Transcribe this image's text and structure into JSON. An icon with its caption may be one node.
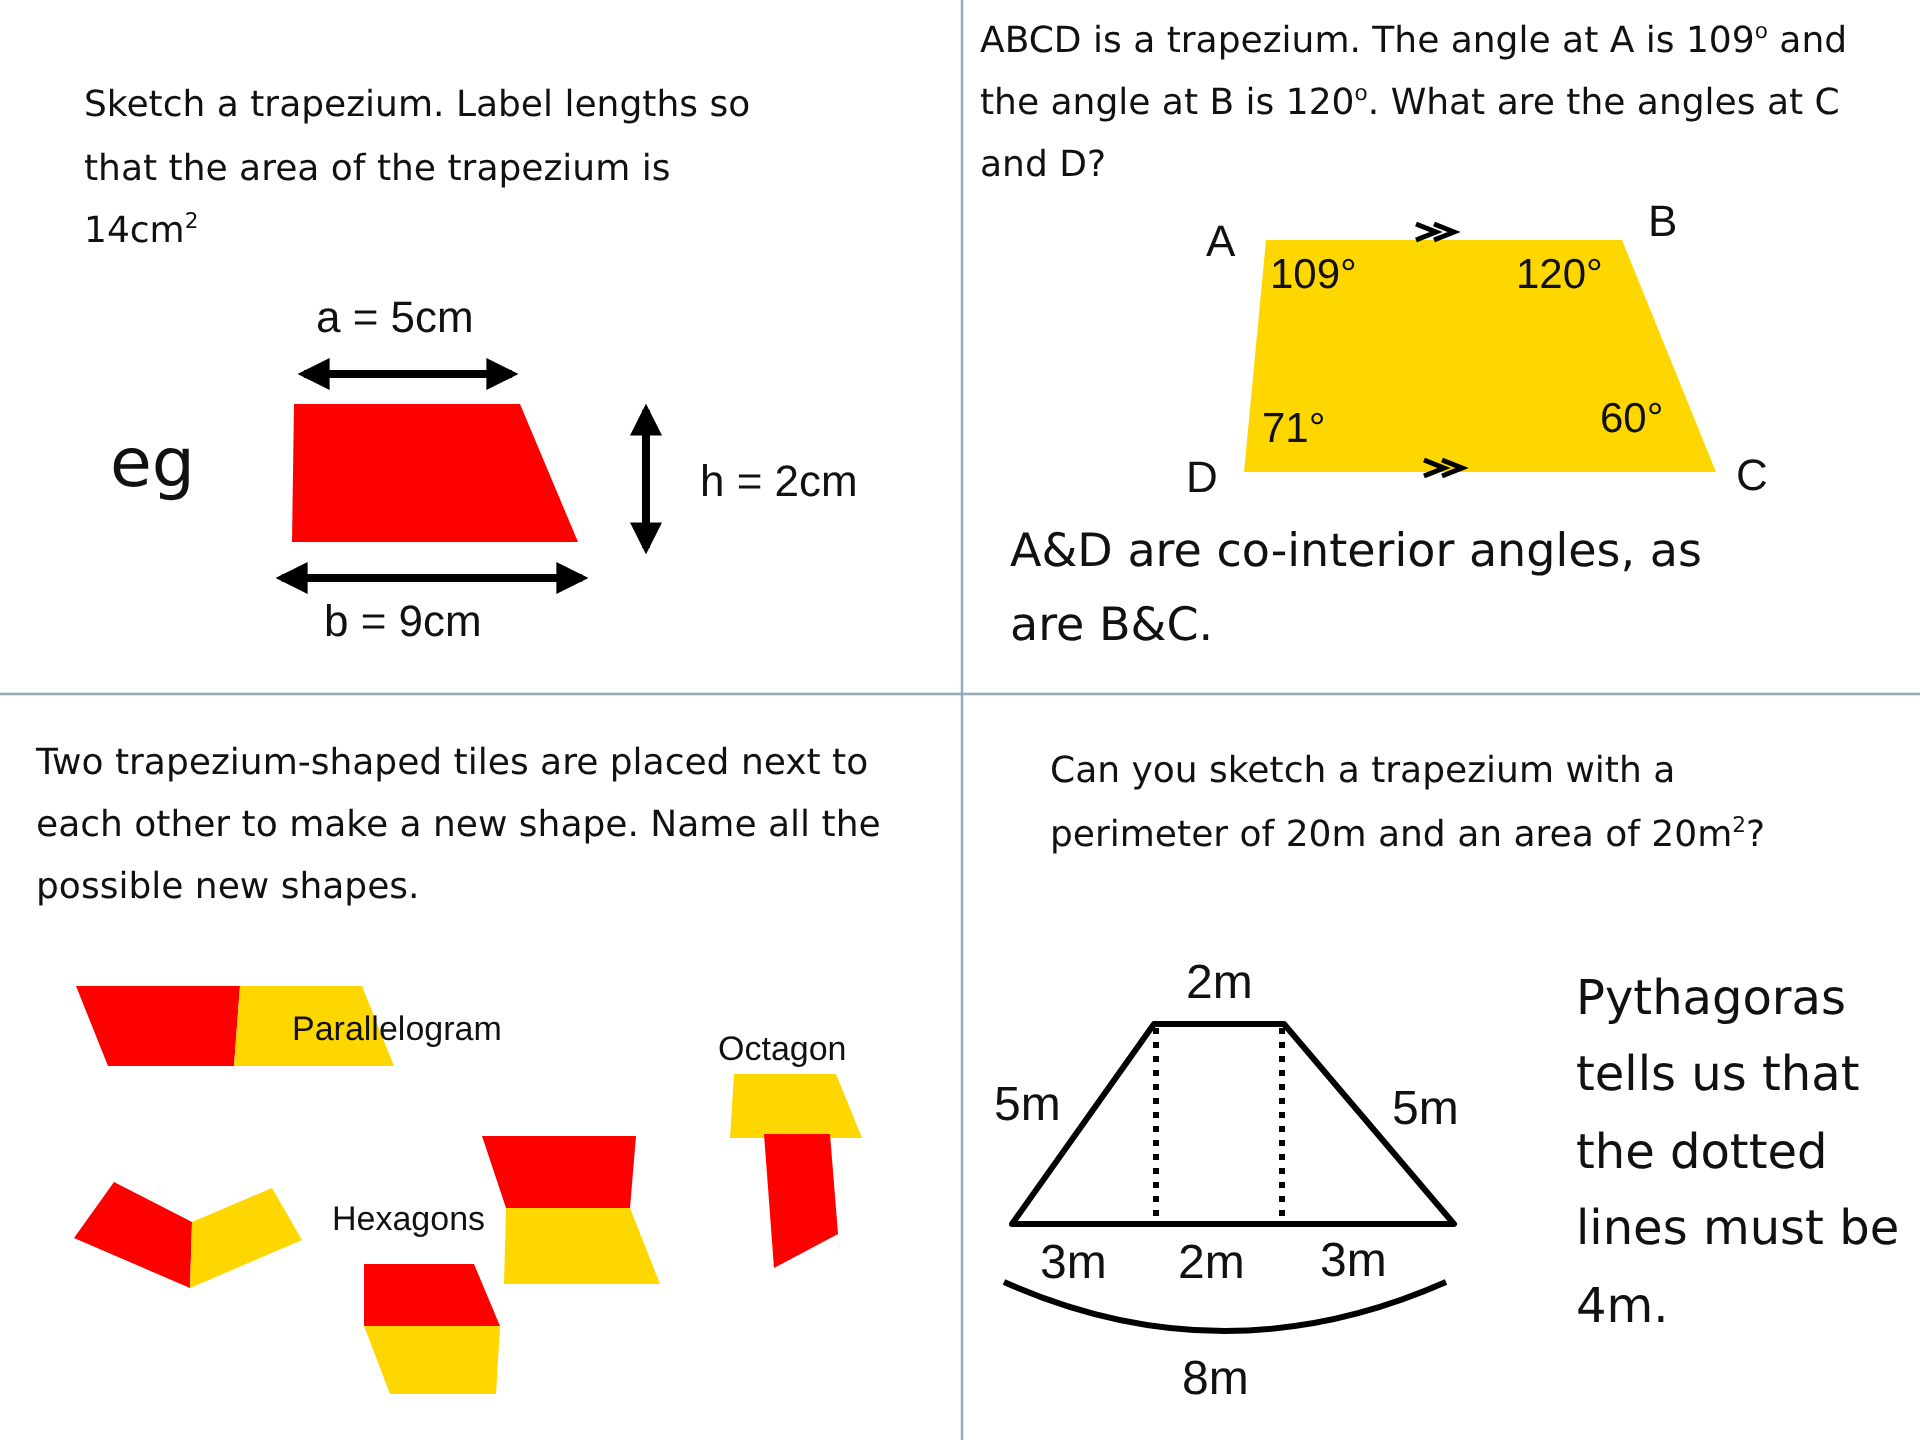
{
  "diagram": {
    "nodes": [
      {
        "text": [
          "109°",
          "120°",
          "71°",
          "60°"
        ]
      }
    ],
    "labels": [
      "Sketch a trapezium. Label lengths so that the area of the trapezium is 14cm$^{2}$",
      "a = 5cm",
      "eg",
      "h = 2cm",
      "b = 9cm",
      "ABCD is a trapezium. The angle at A is 109$^{o}$ and the angle at B is 120$^{o}$. What are the angles at C and D?",
      "A",
      "B",
      "D",
      "C",
      "A&D are co-interior angles, as are B&C.",
      "Two trapezium-shaped tiles are placed next to each other to make a new shape. Name all the possible new shapes.",
      "Parallelogram",
      "Octagon",
      "Hexagons",
      "Can you sketch a trapezium with a perimeter of 20m and an area of 20m$^{2}$?",
      "2m",
      "5m",
      "5m",
      "Pythagoras tells us that the dotted lines must be 4m.",
      "3m",
      "2m",
      "3m",
      "8m"
    ]
  }
}
